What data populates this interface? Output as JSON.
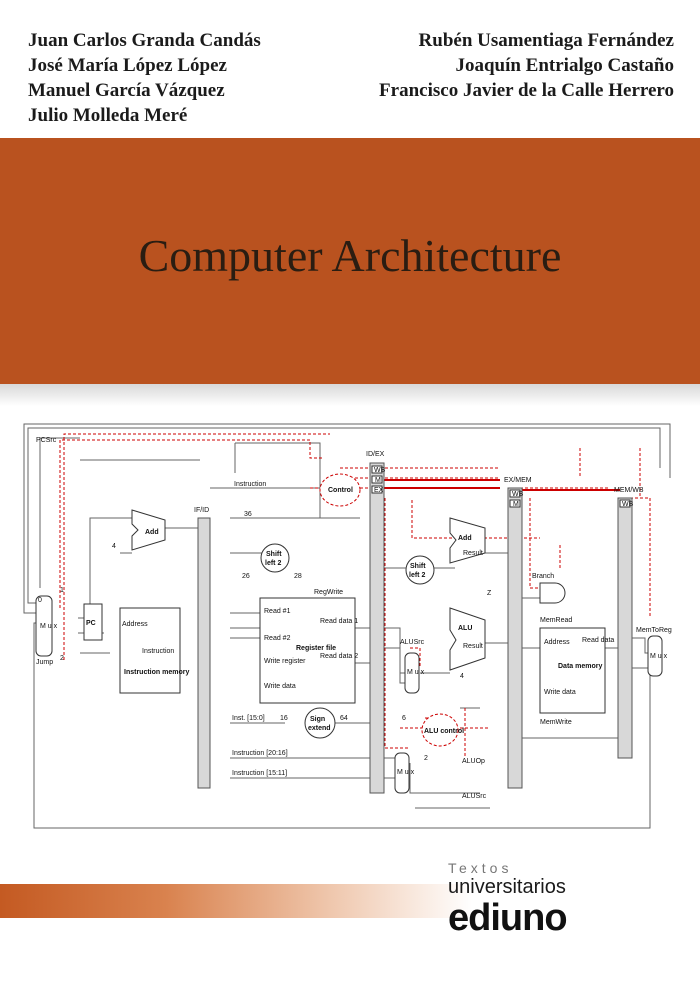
{
  "authors": {
    "left": [
      "Juan Carlos Granda Candás",
      "José María López López",
      "Manuel García Vázquez",
      "Julio Molleda Meré"
    ],
    "right": [
      "Rubén Usamentiaga Fernández",
      "Joaquín Entrialgo Castaño",
      "Francisco Javier de la Calle Herrero"
    ]
  },
  "title": "Computer Architecture",
  "diagram": {
    "pcsrc": "PCSrc",
    "ifid": "IF/ID",
    "idex": "ID/EX",
    "exmem": "EX/MEM",
    "memwb": "MEM/WB",
    "control": "Control",
    "wb": "WB",
    "m": "M",
    "ex": "EX",
    "instruction": "Instruction",
    "add": "Add",
    "four": "4",
    "n36": "36",
    "n26": "26",
    "n28": "28",
    "shift": "Shift",
    "left2": "left 2",
    "regwrite": "RegWrite",
    "pc": "PC",
    "address": "Address",
    "instruction_memory": "Instruction memory",
    "jump": "Jump",
    "read1": "Read #1",
    "read2": "Read #2",
    "write_register": "Write register",
    "write_data": "Write data",
    "register_file": "Register file",
    "read_data1": "Read data 1",
    "read_data2": "Read data 2",
    "alu": "ALU",
    "alusrc": "ALUSrc",
    "result": "Result",
    "z": "Z",
    "branch": "Branch",
    "memread": "MemRead",
    "memwrite": "MemWrite",
    "read_data": "Read data",
    "data_memory": "Data memory",
    "memtoreg": "MemToReg",
    "inst150": "Inst. [15:0]",
    "n16": "16",
    "n64": "64",
    "n6": "6",
    "n2": "2",
    "n4": "4",
    "sign": "Sign",
    "extend": "extend",
    "alu_control": "ALU control",
    "inst2016": "Instruction [20:16]",
    "inst1511": "Instruction [15:11]",
    "aluop": "ALUOp",
    "alusrc2": "ALUSrc",
    "mux": "M u x",
    "m0": "0",
    "m1": "1",
    "m2": "2"
  },
  "publisher": {
    "series_line1": "Textos",
    "series_line2": "universitarios",
    "name": "ediuno"
  },
  "colors": {
    "band": "#b9521f",
    "control_red": "#cc0000"
  }
}
